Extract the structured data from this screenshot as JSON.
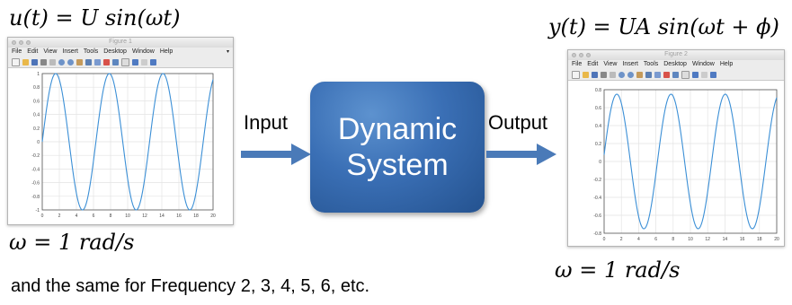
{
  "input_equation": "u(t) = U sin(ωt)",
  "output_equation": "y(t) = UA sin(ωt + ϕ)",
  "omega_left": "ω = 1 rad/s",
  "omega_right": "ω = 1 rad/s",
  "caption": "and the same for Frequency 2, 3, 4, 5, 6, etc.",
  "input_label": "Input",
  "output_label": "Output",
  "system": {
    "line1": "Dynamic",
    "line2": "System"
  },
  "colors": {
    "block": "#3a6fb5",
    "arrow": "#4a7ab8",
    "curve": "#3b8fd6"
  },
  "figure1": {
    "window_title": "Figure 1",
    "menu": [
      "File",
      "Edit",
      "View",
      "Insert",
      "Tools",
      "Desktop",
      "Window",
      "Help"
    ],
    "menu_arrow": "▾",
    "chart_data": {
      "type": "line",
      "series": [
        {
          "function": "sin(t)",
          "x_range": [
            0,
            20
          ]
        }
      ],
      "xlim": [
        0,
        20
      ],
      "ylim": [
        -1,
        1
      ],
      "xticks": [
        "0",
        "2",
        "4",
        "6",
        "8",
        "10",
        "12",
        "14",
        "16",
        "18",
        "20"
      ],
      "yticks": [
        "1",
        "0.8",
        "0.6",
        "0.4",
        "0.2",
        "0",
        "-0.2",
        "-0.4",
        "-0.6",
        "-0.8",
        "-1"
      ],
      "grid": true
    }
  },
  "figure2": {
    "window_title": "Figure 2",
    "menu": [
      "File",
      "Edit",
      "View",
      "Insert",
      "Tools",
      "Desktop",
      "Window",
      "Help"
    ],
    "chart_data": {
      "type": "line",
      "series": [
        {
          "function": "0.75·sin(t + 0.1)",
          "amplitude": 0.75,
          "phase": 0.1,
          "x_range": [
            0,
            20
          ]
        }
      ],
      "xlim": [
        0,
        20
      ],
      "ylim": [
        -0.8,
        0.8
      ],
      "xticks": [
        "0",
        "2",
        "4",
        "6",
        "8",
        "10",
        "12",
        "14",
        "16",
        "18",
        "20"
      ],
      "yticks": [
        "0.8",
        "0.6",
        "0.4",
        "0.2",
        "0",
        "-0.2",
        "-0.4",
        "-0.6",
        "-0.8"
      ],
      "grid": true
    }
  }
}
